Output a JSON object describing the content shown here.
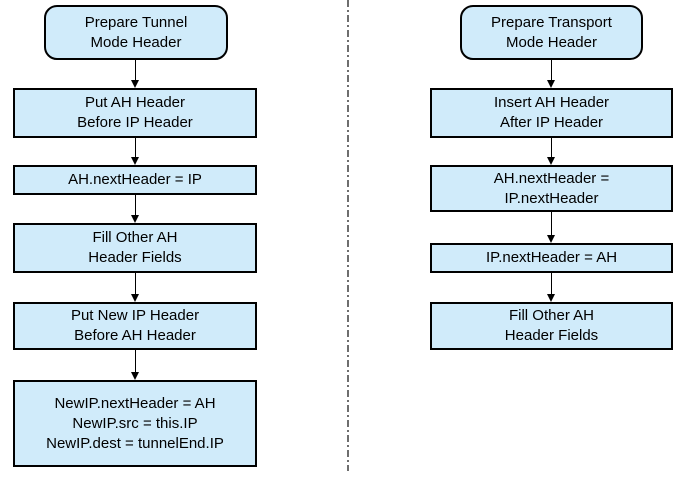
{
  "colors": {
    "box_fill": "#d0ebfa",
    "box_border": "#000000",
    "arrow": "#000000",
    "divider": "#6e6e6e"
  },
  "tunnel_flow": {
    "steps": [
      {
        "label": "Prepare Tunnel\nMode Header",
        "shape": "rounded"
      },
      {
        "label": "Put AH Header\nBefore IP Header",
        "shape": "rect"
      },
      {
        "label": "AH.nextHeader = IP",
        "shape": "rect"
      },
      {
        "label": "Fill Other AH\nHeader Fields",
        "shape": "rect"
      },
      {
        "label": "Put New IP Header\nBefore AH Header",
        "shape": "rect"
      },
      {
        "label": "NewIP.nextHeader = AH\nNewIP.src = this.IP\nNewIP.dest = tunnelEnd.IP",
        "shape": "rect"
      }
    ]
  },
  "transport_flow": {
    "steps": [
      {
        "label": "Prepare Transport\nMode Header",
        "shape": "rounded"
      },
      {
        "label": "Insert AH Header\nAfter IP Header",
        "shape": "rect"
      },
      {
        "label": "AH.nextHeader =\nIP.nextHeader",
        "shape": "rect"
      },
      {
        "label": "IP.nextHeader = AH",
        "shape": "rect"
      },
      {
        "label": "Fill Other AH\nHeader Fields",
        "shape": "rect"
      }
    ]
  }
}
